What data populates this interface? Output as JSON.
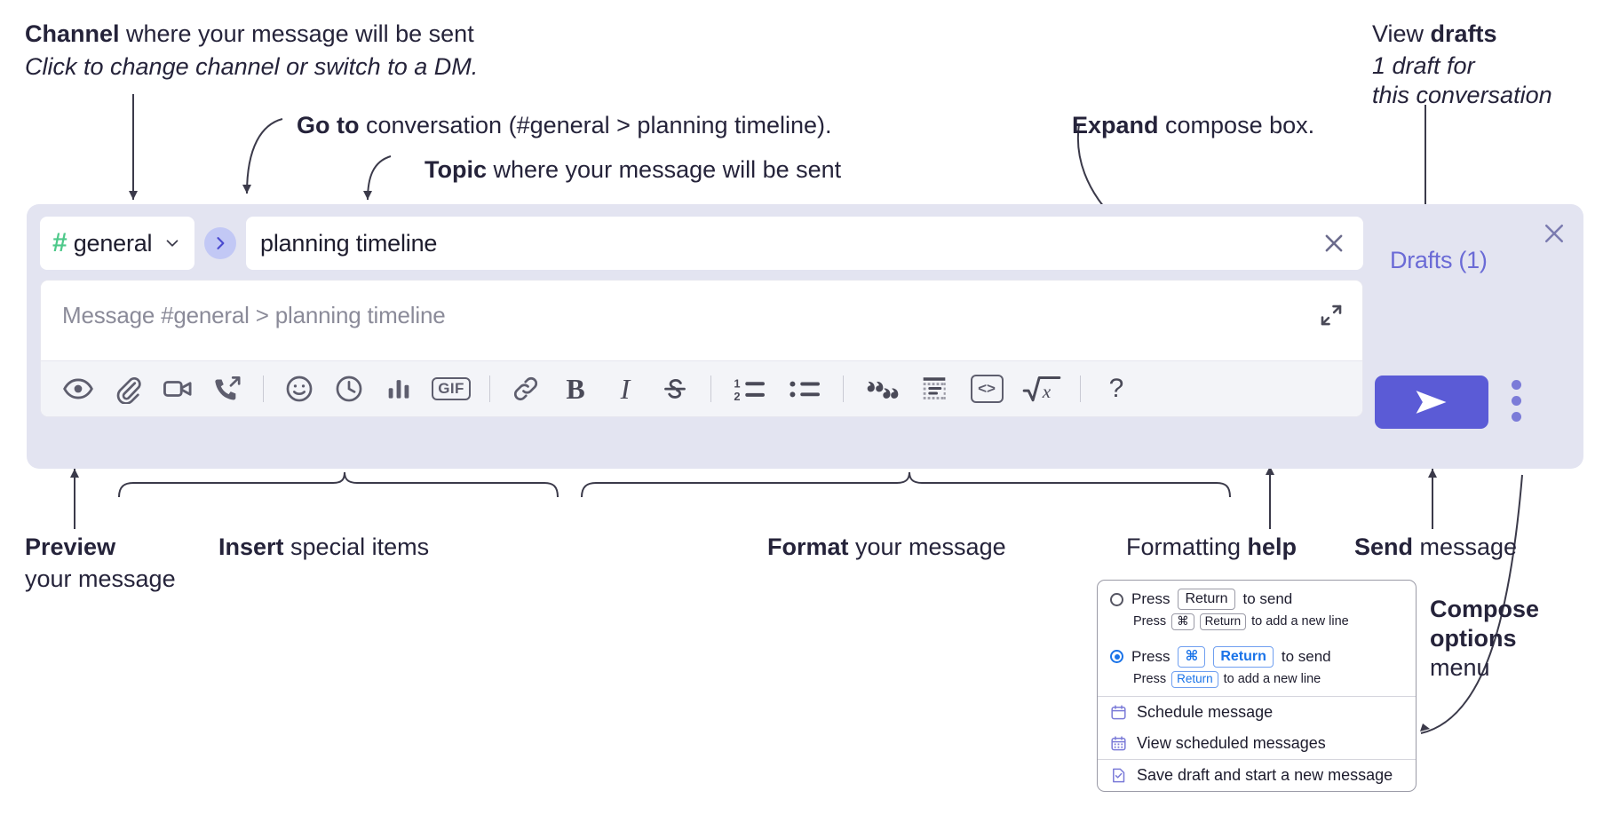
{
  "annotations": {
    "channel": {
      "bold": "Channel",
      "rest": " where your message will be sent",
      "italic": "Click to change channel or switch to a DM."
    },
    "goto": {
      "bold": "Go to",
      "rest": " conversation (#general > planning timeline)."
    },
    "topic": {
      "bold": "Topic",
      "rest": " where your message will be sent"
    },
    "expand": {
      "bold": "Expand",
      "rest": " compose box."
    },
    "drafts": {
      "bold_lead": "View ",
      "bold": "drafts",
      "italic1": "1 draft for",
      "italic2": "this conversation"
    },
    "preview": {
      "bold": "Preview",
      "rest": "your message"
    },
    "insert": {
      "bold": "Insert",
      "rest": " special items"
    },
    "format": {
      "bold": "Format",
      "rest": " your message"
    },
    "formatting_help": {
      "lead": "Formatting ",
      "bold": "help"
    },
    "send": {
      "bold": "Send",
      "rest": " message"
    },
    "compose_options": {
      "bold1": "Compose",
      "bold2": "options",
      "rest": "menu"
    }
  },
  "compose": {
    "channel_icon": "hash-icon",
    "channel_name": "general",
    "channel_caret_icon": "chevron-down-icon",
    "goto_icon": "chevron-right-icon",
    "topic_value": "planning timeline",
    "topic_clear_icon": "close-icon",
    "message_placeholder": "Message #general > planning timeline",
    "expand_icon": "expand-diagonal-icon",
    "panel_close_icon": "close-icon",
    "drafts_label": "Drafts (1)",
    "send_icon": "send-paper-plane-icon",
    "compose_options_icon": "kebab-menu-icon",
    "toolbar": [
      {
        "name": "preview-icon",
        "kind": "svg",
        "label": "preview"
      },
      {
        "name": "attachment-icon",
        "kind": "svg",
        "label": "attach file"
      },
      {
        "name": "video-clip-icon",
        "kind": "svg",
        "label": "record video clip"
      },
      {
        "name": "audio-clip-icon",
        "kind": "svg",
        "label": "record audio clip"
      },
      {
        "name": "divider",
        "kind": "div",
        "label": ""
      },
      {
        "name": "emoji-icon",
        "kind": "svg",
        "label": "emoji"
      },
      {
        "name": "mention-clock-icon",
        "kind": "svg",
        "label": "reminder"
      },
      {
        "name": "poll-bars-icon",
        "kind": "svg",
        "label": "poll"
      },
      {
        "name": "gif-icon",
        "kind": "text",
        "label": "GIF"
      },
      {
        "name": "divider",
        "kind": "div",
        "label": ""
      },
      {
        "name": "link-icon",
        "kind": "svg",
        "label": "link"
      },
      {
        "name": "bold-icon",
        "kind": "text",
        "label": "B"
      },
      {
        "name": "italic-icon",
        "kind": "text",
        "label": "I"
      },
      {
        "name": "strikethrough-icon",
        "kind": "svg",
        "label": "S"
      },
      {
        "name": "divider",
        "kind": "div",
        "label": ""
      },
      {
        "name": "ordered-list-icon",
        "kind": "svg",
        "label": "ordered list"
      },
      {
        "name": "bulleted-list-icon",
        "kind": "svg",
        "label": "bulleted list"
      },
      {
        "name": "divider",
        "kind": "div",
        "label": ""
      },
      {
        "name": "blockquote-icon",
        "kind": "svg",
        "label": "blockquote"
      },
      {
        "name": "code-block-icon",
        "kind": "svg",
        "label": "code block"
      },
      {
        "name": "inline-code-icon",
        "kind": "text",
        "label": "<>"
      },
      {
        "name": "math-icon",
        "kind": "svg",
        "label": "sqrt x"
      },
      {
        "name": "divider",
        "kind": "div",
        "label": ""
      },
      {
        "name": "help-icon",
        "kind": "text",
        "label": "?"
      }
    ]
  },
  "options_menu": {
    "radio1": {
      "selected": false,
      "press": "Press",
      "key": "Return",
      "tail": "to send",
      "sub_press": "Press",
      "sub_key1": "⌘",
      "sub_key2": "Return",
      "sub_tail": "to add a new line"
    },
    "radio2": {
      "selected": true,
      "press": "Press",
      "key1": "⌘",
      "key2": "Return",
      "tail": "to send",
      "sub_press": "Press",
      "sub_key": "Return",
      "sub_tail": "to add a new line"
    },
    "items": [
      {
        "icon": "calendar-icon",
        "label": "Schedule message"
      },
      {
        "icon": "calendar-grid-icon",
        "label": "View scheduled messages"
      },
      {
        "icon": "draft-check-icon",
        "label": "Save draft and start a new message"
      }
    ]
  },
  "colors": {
    "panel_bg": "#e3e4f1",
    "accent_purple": "#5b5bd6",
    "drafts_text": "#6b6bd6",
    "hash_green": "#4ec98a",
    "toolbar_bg": "#f3f4f8",
    "ink": "#25233a"
  }
}
